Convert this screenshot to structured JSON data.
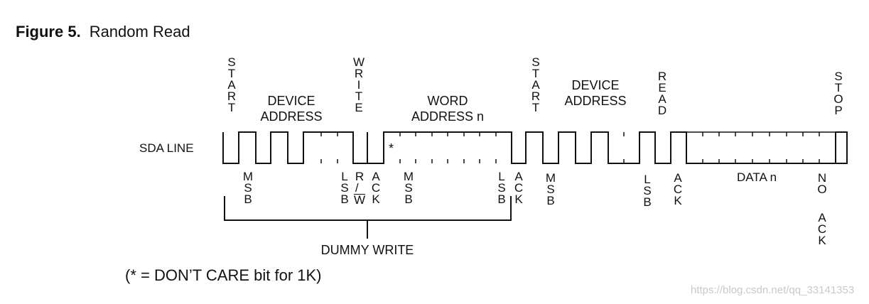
{
  "figure": {
    "number": "Figure 5.",
    "title": "Random Read"
  },
  "sda_line_label": "SDA LINE",
  "top_labels": {
    "start_1": "START",
    "device_address_1": [
      "DEVICE",
      "ADDRESS"
    ],
    "write": "WRITE",
    "word_address": [
      "WORD",
      "ADDRESS n"
    ],
    "start_2": "START",
    "device_address_2": [
      "DEVICE",
      "ADDRESS"
    ],
    "read": "READ",
    "stop": "STOP"
  },
  "marks": {
    "dont_care": "*"
  },
  "bottom_labels": {
    "msb_1": "MSB",
    "lsb_1": "LSB",
    "r_w_top": "R/",
    "r_w_bar": "W",
    "ack_1": "ACK",
    "msb_2": "MSB",
    "lsb_2": "LSB",
    "ack_2": "ACK",
    "msb_3": "MSB",
    "lsb_3": "LSB",
    "ack_3": "ACK",
    "data": "DATA n",
    "no": "NO",
    "no_ack": "ACK"
  },
  "brace_label": "DUMMY WRITE",
  "footnote": "(* = DON’T CARE bit for 1K)",
  "watermark": "https://blog.csdn.net/qq_33141353"
}
